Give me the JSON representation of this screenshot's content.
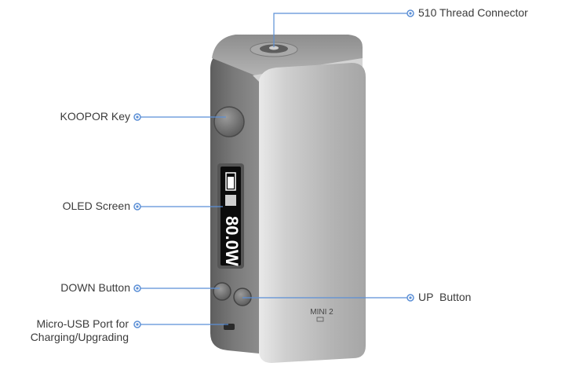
{
  "callouts": {
    "thread_connector": "510 Thread Connector",
    "koopor_key": "KOOPOR Key",
    "oled_screen": "OLED Screen",
    "down_button": "DOWN Button",
    "up_button": "UP  Button",
    "usb_port_line1": "Micro-USB Port for",
    "usb_port_line2": "Charging/Upgrading"
  },
  "device": {
    "screen_reading": "80.0W",
    "model_label": "MINI 2"
  },
  "colors": {
    "callout_line": "#5b8fd6",
    "body_silver": "#b9b9b9",
    "front_panel": "#6f6f6f",
    "screen_bg": "#0c0c0c",
    "screen_text": "#ffffff"
  }
}
